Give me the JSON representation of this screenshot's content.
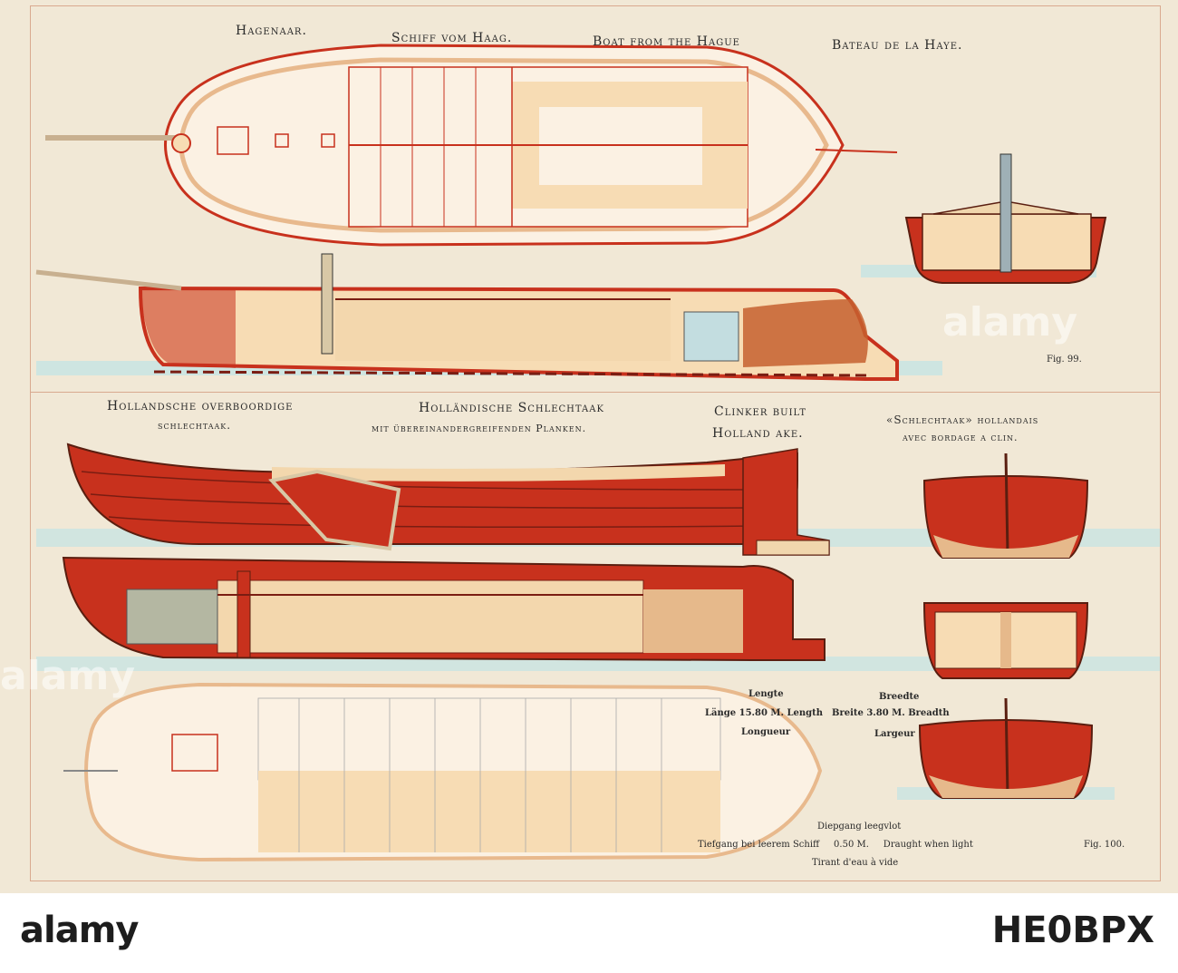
{
  "plate": {
    "top_title": {
      "dutch": "Hagenaar.",
      "german": "Schiff vom Haag.",
      "english": "Boat from the Hague",
      "french": "Bateau de la Haye."
    },
    "fig_99": "Fig. 99.",
    "bottom_title": {
      "dutch_1": "Hollandsche overboordige",
      "dutch_2": "schlechtaak.",
      "german_1": "Holländische Schlechtaak",
      "german_2": "mit übereinandergreifenden Planken.",
      "english_1": "Clinker built",
      "english_2": "Holland ake.",
      "french_1": "«Schlechtaak» hollandais",
      "french_2": "avec bordage a clin."
    },
    "dimensions": {
      "lengte": "Lengte",
      "length_line": "Länge 15.80 M. Length",
      "longueur": "Longueur",
      "breedte": "Breedte",
      "breadth_line": "Breite 3.80 M. Breadth",
      "largeur": "Largeur",
      "diepgang": "Diepgang leegvlot",
      "draught_line": "Tiefgang bei leerem Schiff     0.50 M.     Draught when light",
      "tirant": "Tirant d'eau à vide"
    },
    "fig_100": "Fig. 100."
  },
  "watermark": "alamy",
  "footer": {
    "logo": "alamy",
    "stock_id": "HE0BPX"
  },
  "colors": {
    "paper": "#f1e8d6",
    "hull_red": "#c8311d",
    "deck_cream": "#f7dcb4",
    "water": "#bfe2e4",
    "frame_line": "#d9a98f"
  }
}
